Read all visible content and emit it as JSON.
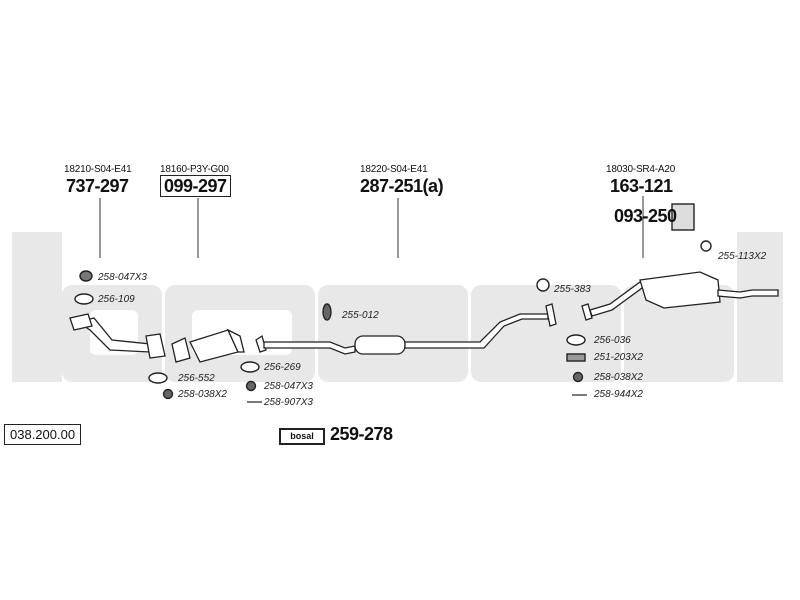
{
  "watermark": {
    "text": "bosal",
    "color": "#e6e6e6"
  },
  "catalog_number": "038.200.00",
  "parts": [
    {
      "oem": "18210-S04-E41",
      "number": "737-297",
      "boxed": false
    },
    {
      "oem": "18160-P3Y-G00",
      "number": "099-297",
      "boxed": true
    },
    {
      "oem": "18220-S04-E41",
      "number": "287-251(a)",
      "boxed": false
    },
    {
      "oem": "18030-SR4-A20",
      "number": "163-121",
      "boxed": false
    },
    {
      "oem": "",
      "number": "093-250",
      "boxed": false
    }
  ],
  "accessories": [
    "258-047X3",
    "256-109",
    "256-552",
    "258-038X2",
    "256-269",
    "258-047X3",
    "258-907X3",
    "255-012",
    "255-383",
    "255-113X2",
    "256-036",
    "251-203X2",
    "258-038X2",
    "258-944X2"
  ],
  "mounting_kit": {
    "badge": "bosal",
    "number": "259-278"
  },
  "icons": [
    "rubber-ring-icon",
    "gasket-ring-icon",
    "nut-icon",
    "bolt-icon",
    "spring-icon",
    "hanger-clip-icon",
    "mounting-bracket-icon"
  ]
}
